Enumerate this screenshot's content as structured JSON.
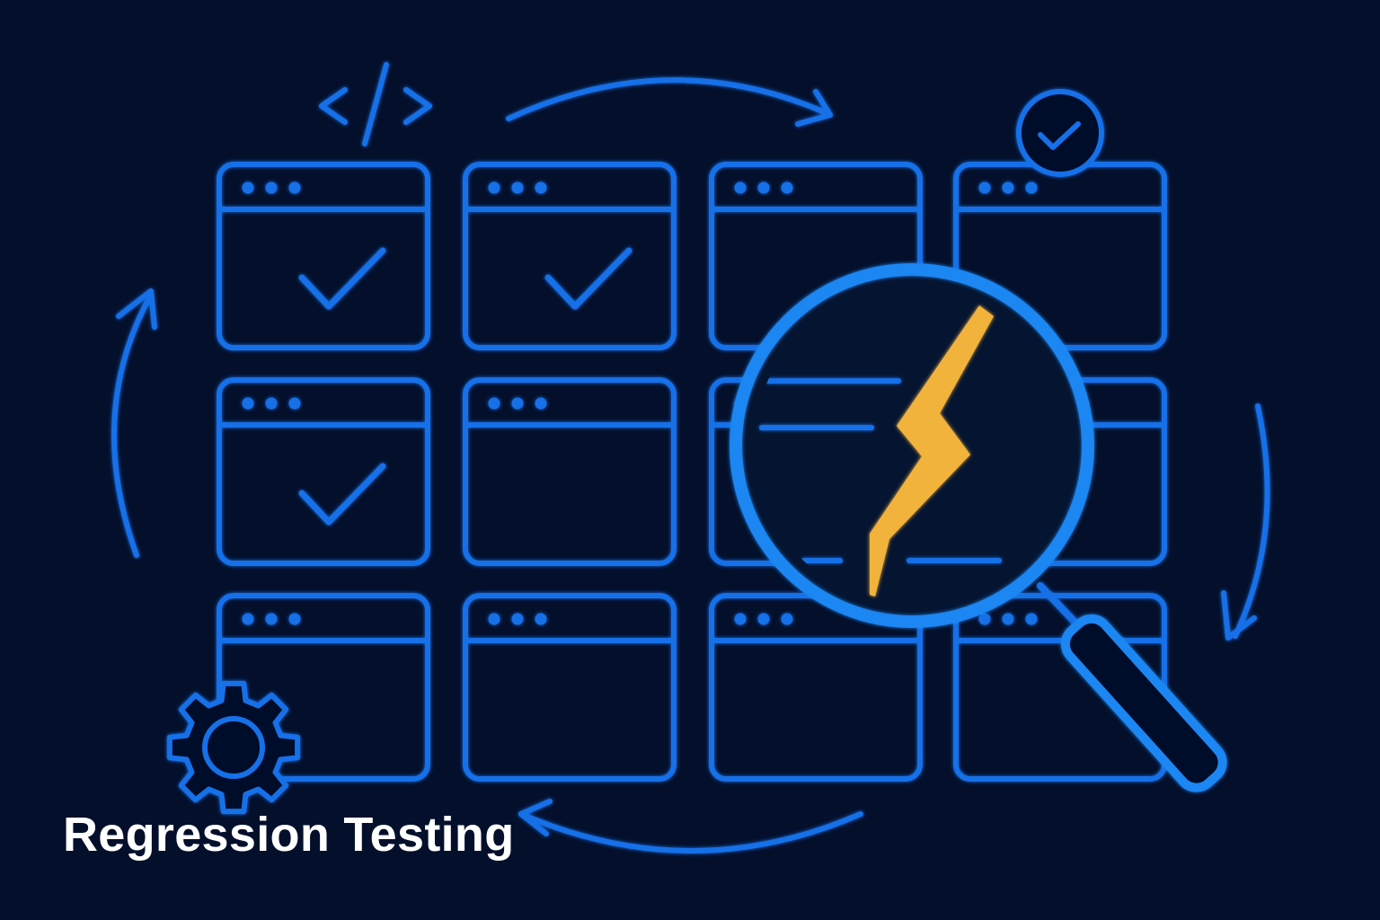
{
  "title": "Regression Testing",
  "colors": {
    "background": "#030f2b",
    "stroke": "#1570e8",
    "stroke_bright": "#1a86f2",
    "bolt": "#f2b33d",
    "title_text": "#ffffff"
  },
  "grid": {
    "rows": 3,
    "columns": 4
  },
  "windows": [
    {
      "id": "window-r1-c1",
      "status": "pass"
    },
    {
      "id": "window-r1-c2",
      "status": "pass"
    },
    {
      "id": "window-r1-c3",
      "status": "none"
    },
    {
      "id": "window-r1-c4",
      "status": "none"
    },
    {
      "id": "window-r2-c1",
      "status": "pass"
    },
    {
      "id": "window-r2-c2",
      "status": "none"
    },
    {
      "id": "window-r2-c3",
      "status": "none"
    },
    {
      "id": "window-r2-c4",
      "status": "none"
    },
    {
      "id": "window-r3-c1",
      "status": "none"
    },
    {
      "id": "window-r3-c2",
      "status": "none"
    },
    {
      "id": "window-r3-c3",
      "status": "none"
    },
    {
      "id": "window-r3-c4",
      "status": "none"
    }
  ],
  "icons": {
    "code": "code-brackets-icon",
    "check_badge": "check-circle-icon",
    "magnifier": "magnifying-glass-icon",
    "defect": "lightning-bolt-icon",
    "settings": "gear-icon",
    "cycle": "cycle-arrows-icon"
  }
}
